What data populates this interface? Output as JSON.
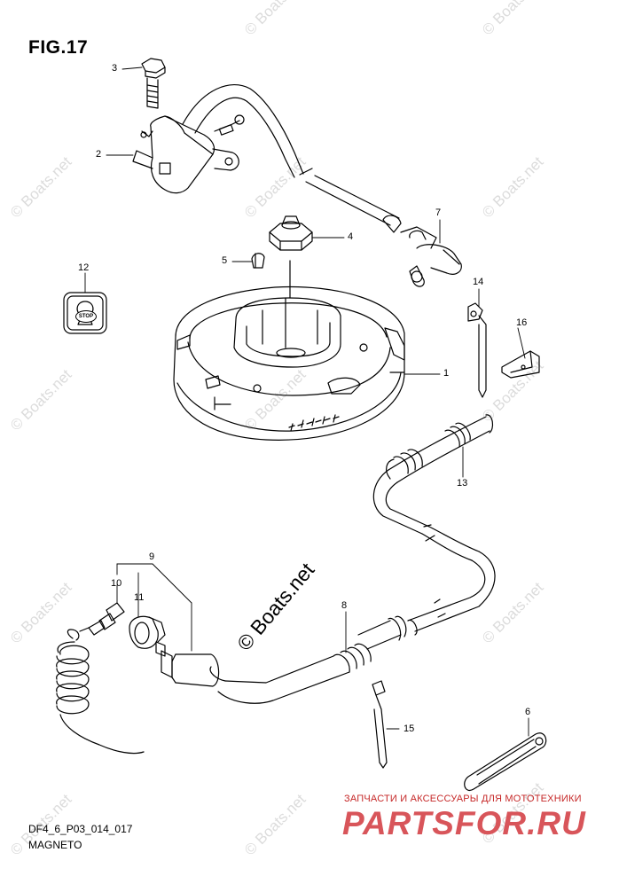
{
  "figure": {
    "title": "FIG.17"
  },
  "callouts": {
    "c1": "1",
    "c2": "2",
    "c3": "3",
    "c4": "4",
    "c5": "5",
    "c6": "6",
    "c7": "7",
    "c8": "8",
    "c9": "9",
    "c10": "10",
    "c11": "11",
    "c12": "12",
    "c13": "13",
    "c14": "14",
    "c15": "15",
    "c16": "16"
  },
  "stop_label": "STOP",
  "watermark": {
    "small": "© Boats.net",
    "big": "© Boats.net"
  },
  "footer": {
    "code": "DF4_6_P03_014_017",
    "name": "MAGNETO"
  },
  "brand": {
    "tagline": "ЗАПЧАСТИ И АКСЕССУАРЫ ДЛЯ МОТОТЕХНИКИ",
    "name": "PARTSFOR.RU"
  },
  "colors": {
    "line": "#000000",
    "watermark": "#dcdcdc",
    "brand": "#d8555a"
  }
}
